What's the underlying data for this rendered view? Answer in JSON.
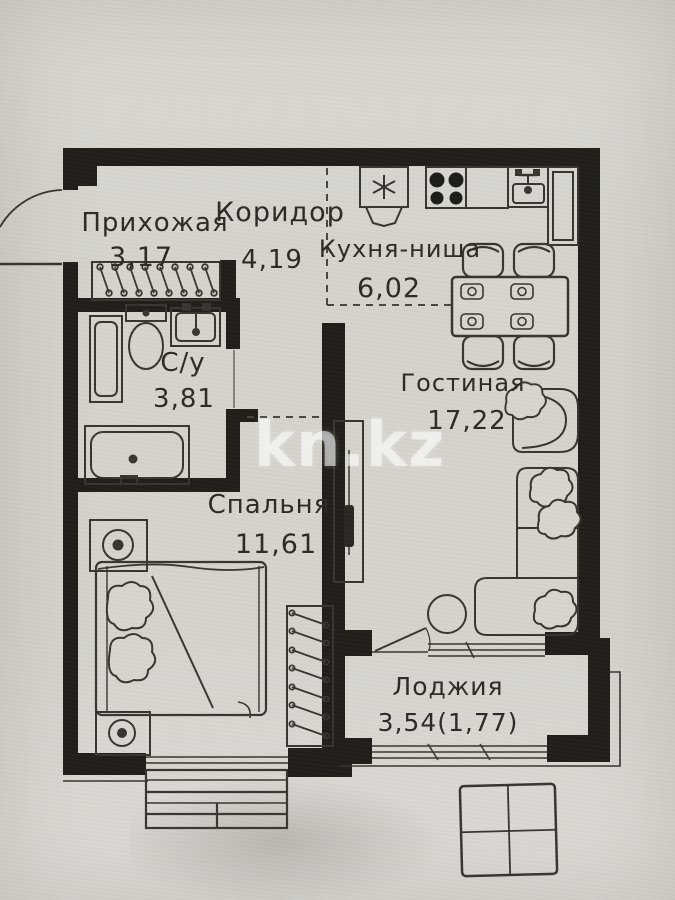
{
  "watermark": "kn.kz",
  "rooms": {
    "hallway": {
      "name": "Прихожая",
      "area": "3,17"
    },
    "corridor": {
      "name": "Коридор",
      "area": "4,19"
    },
    "kitchen_niche": {
      "name": "Кухня-ниша",
      "area": "6,02"
    },
    "bathroom": {
      "name": "С/у",
      "area": "3,81"
    },
    "living_room": {
      "name": "Гостиная",
      "area": "17,22"
    },
    "bedroom": {
      "name": "Спальня",
      "area": "11,61"
    },
    "loggia": {
      "name": "Лоджия",
      "area": "3,54(1,77)"
    }
  },
  "fixtures": [
    "entrance-door",
    "hallway-wardrobe-with-hangers",
    "toilet",
    "bathroom-sink",
    "bathroom-cabinet",
    "bathtub",
    "fridge",
    "stove",
    "kitchen-counter",
    "kitchen-sink",
    "corner-counter",
    "dining-table",
    "four-chairs",
    "armchair",
    "corner-sofa",
    "round-coffee-table",
    "tv-cabinet",
    "bed",
    "two-nightstands",
    "bedroom-wardrobe-with-hangers",
    "loggia-door",
    "windows",
    "exterior-sill-cabinet",
    "exterior-square-table"
  ],
  "colors": {
    "paper": "#d8d5cf",
    "wall": "#211e1a",
    "line": "#38342f",
    "text": "#2d2a26",
    "watermark": "#ffffff"
  }
}
